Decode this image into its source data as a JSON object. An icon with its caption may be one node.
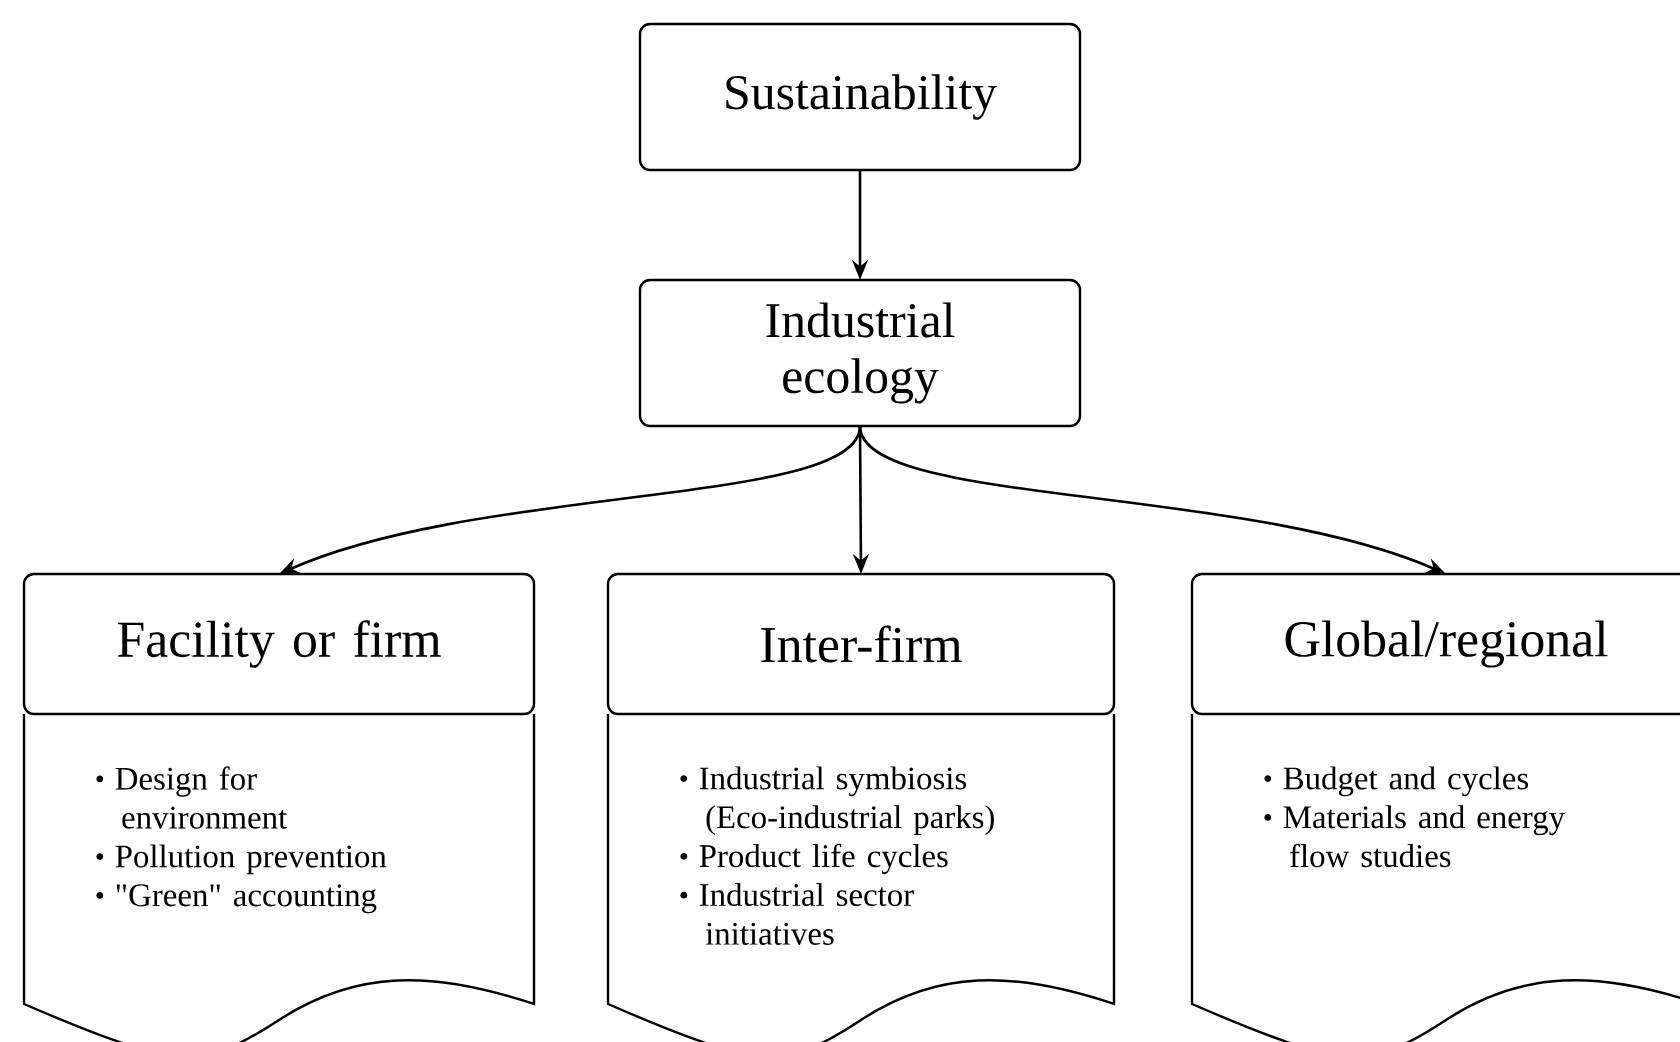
{
  "diagram": {
    "nodes": [
      {
        "text": [
          "Sustainability"
        ]
      },
      {
        "text": [
          "Industrial ecology"
        ]
      },
      {
        "text": [
          "Facility or firm"
        ]
      },
      {
        "text": [
          "Design for environment",
          "Pollution prevention",
          "\"Green\" accounting"
        ]
      },
      {
        "text": [
          "Inter-firm"
        ]
      },
      {
        "text": [
          "Industrial symbiosis (Eco-industrial parks)",
          "Product life cycles",
          "Industrial sector initiatives"
        ]
      },
      {
        "text": [
          "Global/regional"
        ]
      },
      {
        "text": [
          "Budget and cycles",
          "Materials and energy flow studies"
        ]
      }
    ],
    "edges": [
      {
        "from": 0,
        "to": 1,
        "arrow": "to"
      },
      {
        "from": 1,
        "to": 2,
        "arrow": "to"
      },
      {
        "from": 1,
        "to": 4,
        "arrow": "to"
      },
      {
        "from": 1,
        "to": 6,
        "arrow": "to"
      }
    ]
  }
}
